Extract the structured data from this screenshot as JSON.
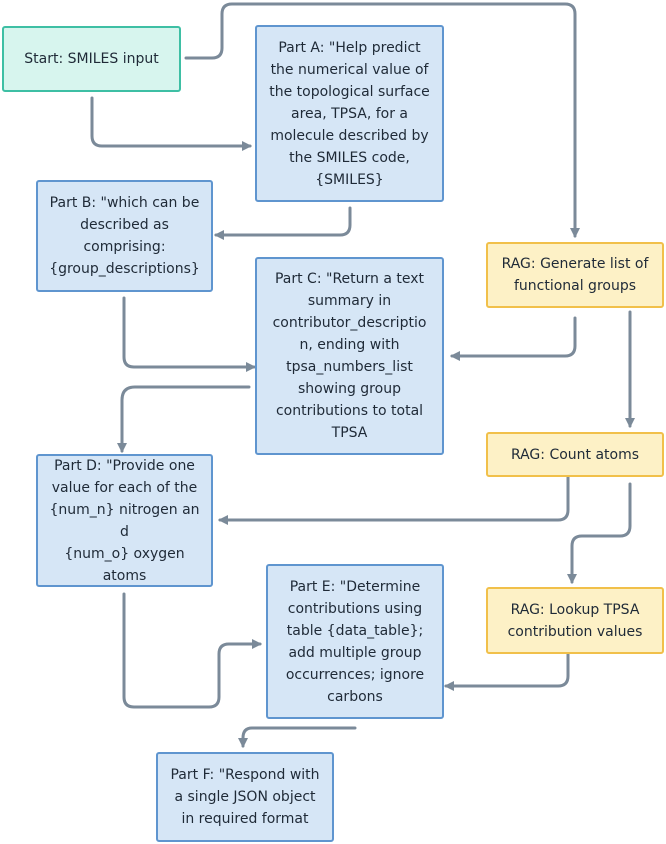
{
  "colors": {
    "process_fill": "#d6e6f6",
    "process_border": "#5f95cf",
    "start_fill": "#d7f5ee",
    "start_border": "#3ebfa4",
    "rag_fill": "#fdf1c6",
    "rag_border": "#f1c04a",
    "arrow": "#7b8a99"
  },
  "nodes": {
    "start": "Start: SMILES input",
    "part_a": "Part A: \"Help predict\nthe numerical value of\nthe topological surface\narea, TPSA, for a\nmolecule described by\nthe SMILES code,\n{SMILES}",
    "part_b": "Part B: \"which can be\ndescribed as\ncomprising:\n{group_descriptions}",
    "part_c": "Part C: \"Return a text\nsummary in\ncontributor_descriptio\nn, ending with\ntpsa_numbers_list\nshowing group\ncontributions to total\nTPSA",
    "part_d": "Part D: \"Provide one\nvalue for each of the\n{num_n} nitrogen and\n{num_o} oxygen\natoms",
    "part_e": "Part E: \"Determine\ncontributions using\ntable {data_table};\nadd multiple group\noccurrences; ignore\ncarbons",
    "part_f": "Part F: \"Respond with\na single JSON object\nin required format",
    "rag_groups": "RAG: Generate list of\nfunctional groups",
    "rag_count": "RAG: Count atoms",
    "rag_lookup": "RAG: Lookup TPSA\ncontribution values"
  }
}
